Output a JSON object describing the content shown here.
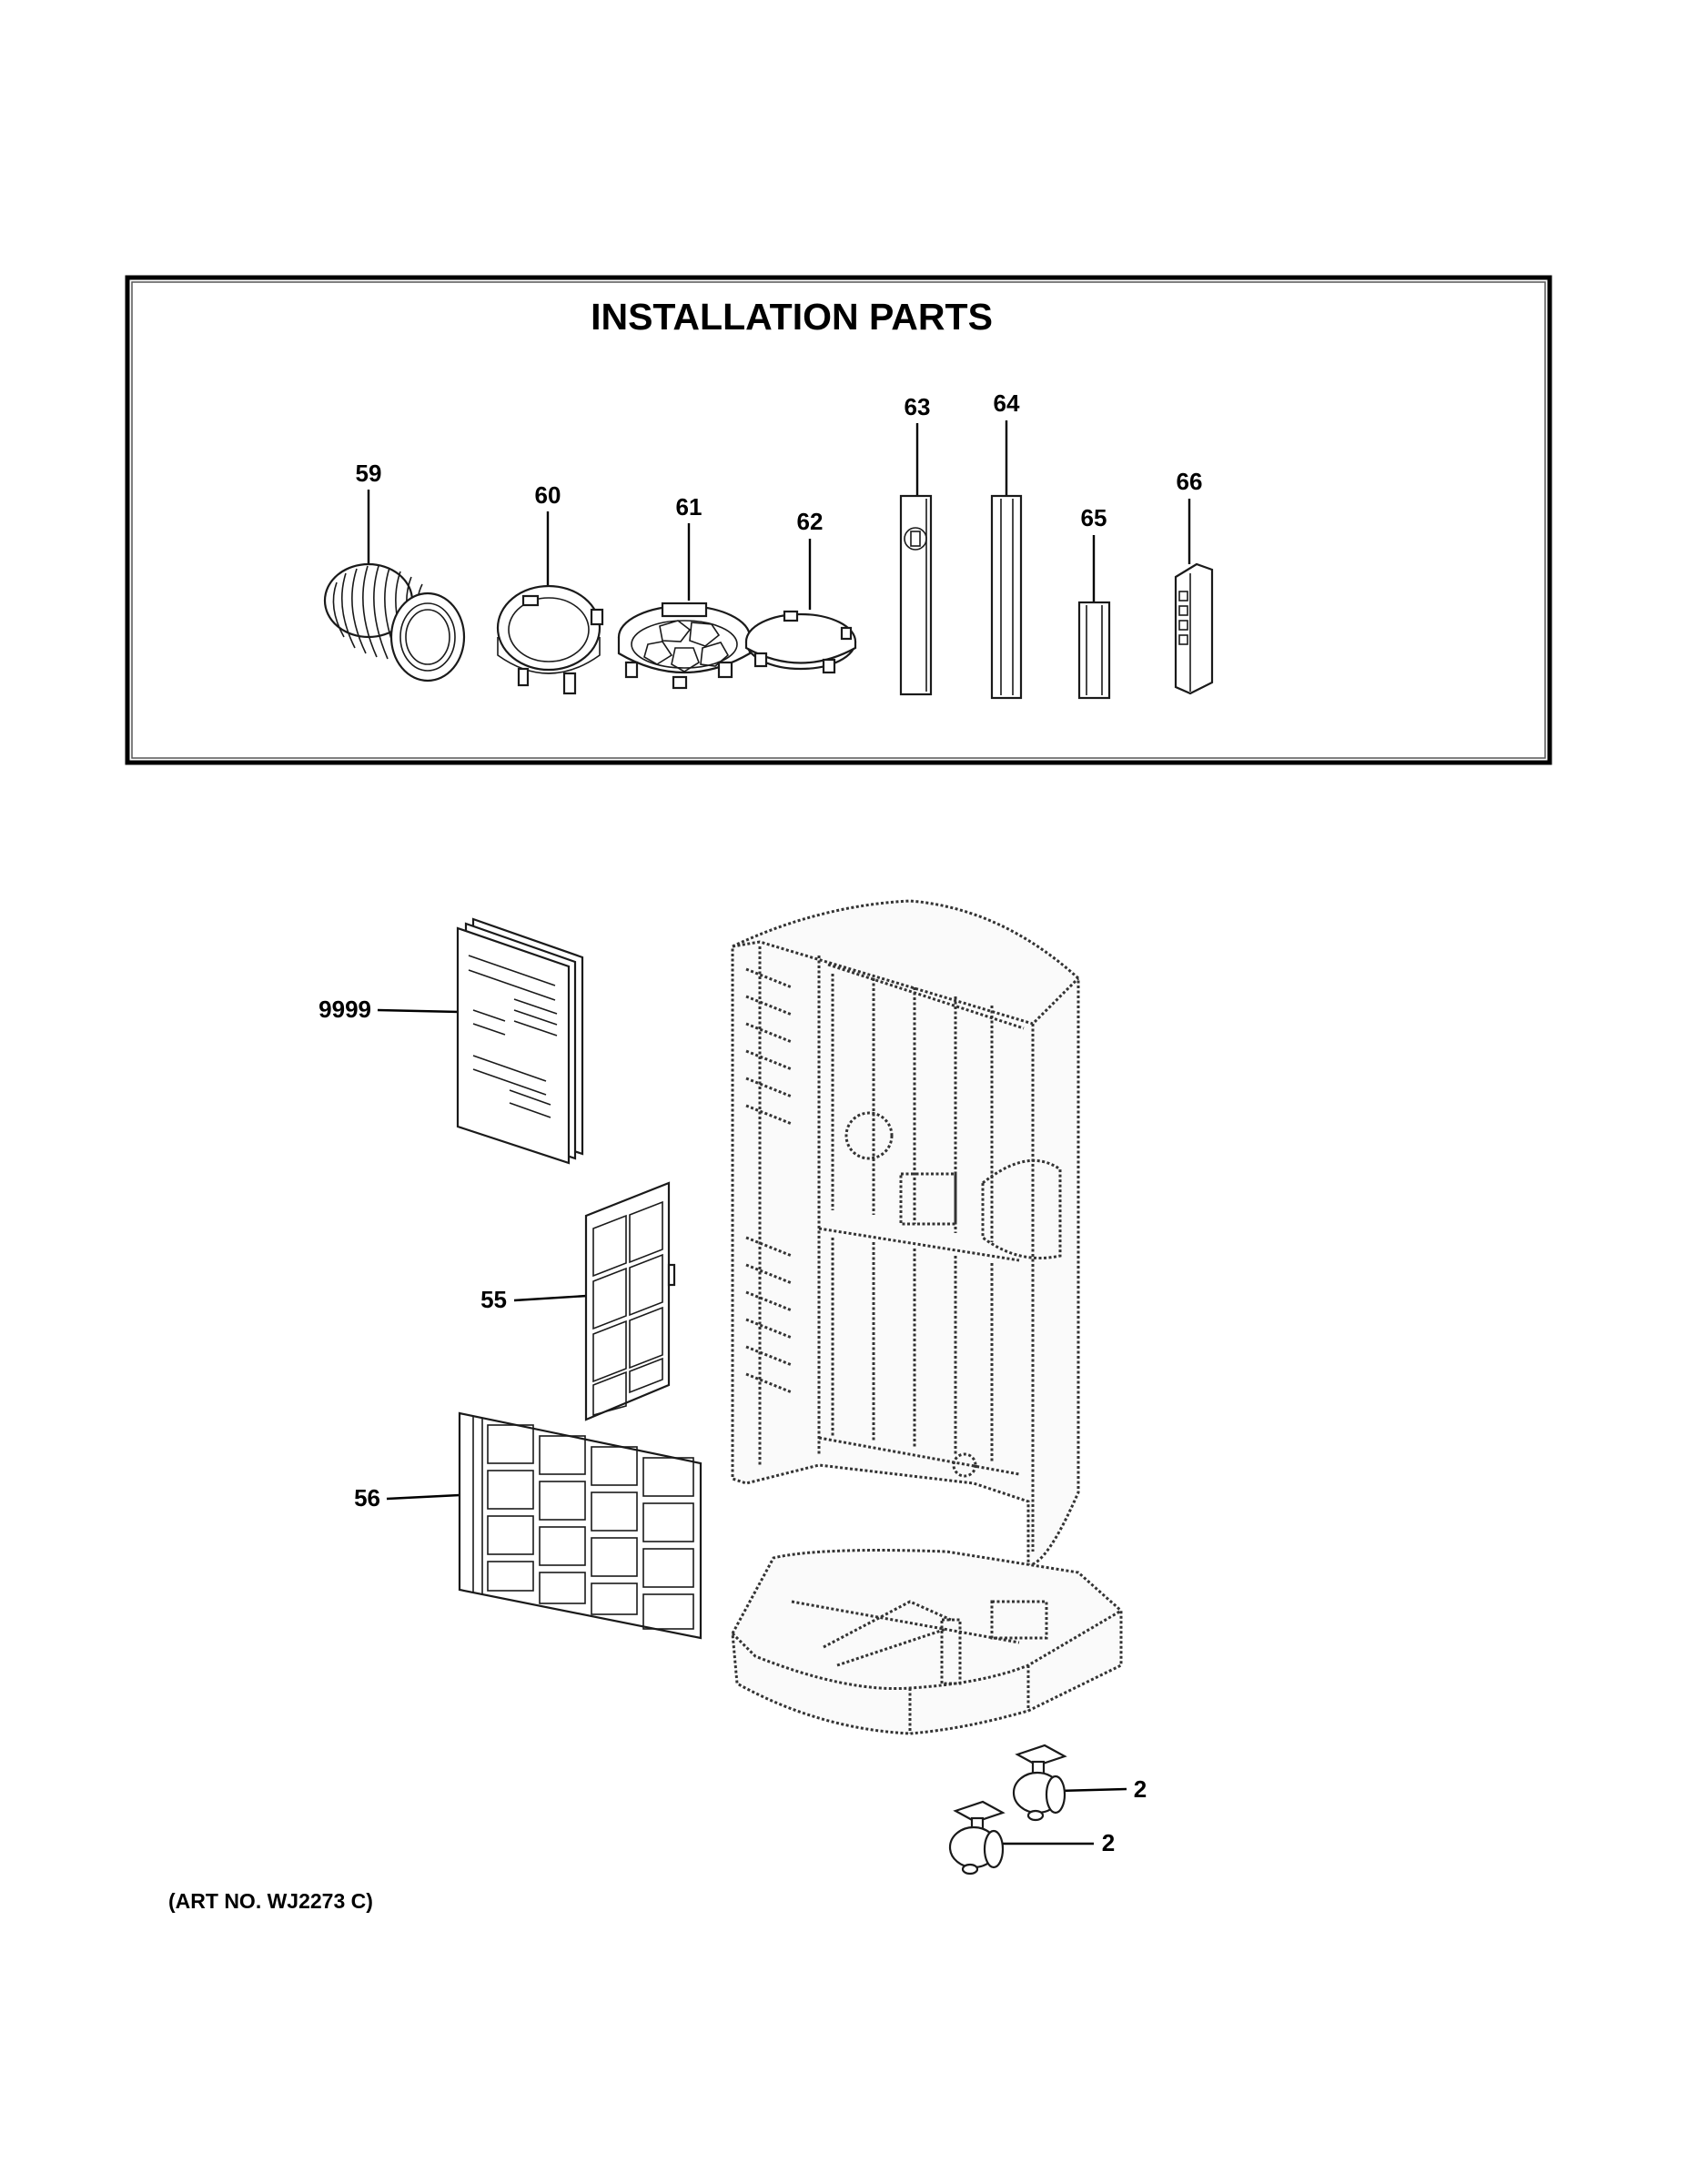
{
  "installation_box": {
    "title": "INSTALLATION PARTS"
  },
  "installation_parts": [
    {
      "id": "59",
      "label": "59",
      "icon": "exhaust-hose-icon"
    },
    {
      "id": "60",
      "label": "60",
      "icon": "hose-adapter-ring-icon"
    },
    {
      "id": "61",
      "label": "61",
      "icon": "window-adapter-icon"
    },
    {
      "id": "62",
      "label": "62",
      "icon": "cover-cap-icon"
    },
    {
      "id": "63",
      "label": "63",
      "icon": "window-panel-icon"
    },
    {
      "id": "64",
      "label": "64",
      "icon": "window-panel-extension-icon"
    },
    {
      "id": "65",
      "label": "65",
      "icon": "foam-seal-icon"
    },
    {
      "id": "66",
      "label": "66",
      "icon": "remote-control-icon"
    }
  ],
  "main_parts": [
    {
      "id": "9999",
      "label": "9999",
      "icon": "manual-booklet-icon"
    },
    {
      "id": "55",
      "label": "55",
      "icon": "small-air-filter-icon"
    },
    {
      "id": "56",
      "label": "56",
      "icon": "large-air-filter-icon"
    },
    {
      "id": "2a",
      "label": "2",
      "icon": "caster-wheel-icon"
    },
    {
      "id": "2b",
      "label": "2",
      "icon": "caster-wheel-icon"
    }
  ],
  "art_number": "(ART NO. WJ2273 C)"
}
